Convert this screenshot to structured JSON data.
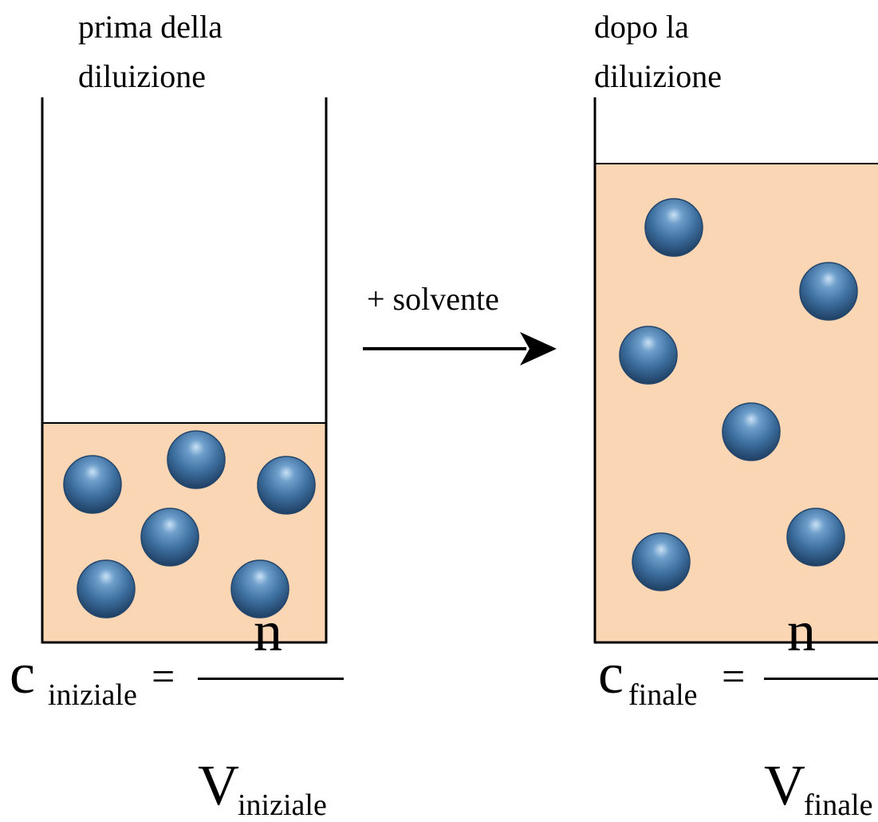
{
  "before": {
    "caption": "prima della\ndiluizione",
    "particle_count": 6
  },
  "after": {
    "caption": "dopo la\ndiluizione",
    "particle_count": 6
  },
  "arrow": {
    "label": "+ solvente"
  },
  "formula_left": {
    "symbol": "c",
    "subscript": "iniziale",
    "equals": "=",
    "numerator": "n",
    "denominator_symbol": "V",
    "denominator_subscript": "iniziale"
  },
  "formula_right": {
    "symbol": "c",
    "subscript": "finale",
    "equals": "=",
    "numerator": "n",
    "denominator_symbol": "V",
    "denominator_subscript": "finale"
  },
  "colors": {
    "solution": "#fbd6b4",
    "particle": "#3d6f9f",
    "line": "#000000"
  }
}
